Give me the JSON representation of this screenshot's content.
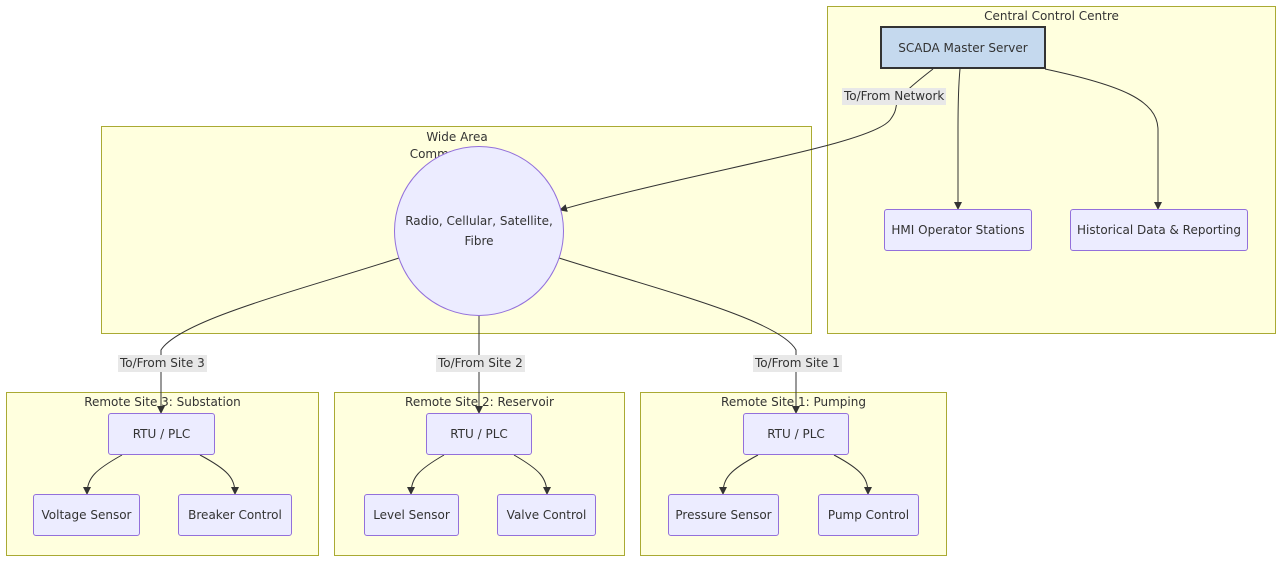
{
  "clusters": {
    "central": "Central Control Centre",
    "wan": "Wide Area Communication Network",
    "site3": "Remote Site 3: Substation",
    "site2": "Remote Site 2: Reservoir",
    "site1": "Remote Site 1: Pumping"
  },
  "nodes": {
    "scada": "SCADA Master Server",
    "hmi": "HMI Operator Stations",
    "historian": "Historical Data & Reporting",
    "network": "Radio, Cellular, Satellite, Fibre",
    "rtu3": "RTU / PLC",
    "voltage_sensor": "Voltage Sensor",
    "breaker_control": "Breaker Control",
    "rtu2": "RTU / PLC",
    "level_sensor": "Level Sensor",
    "valve_control": "Valve Control",
    "rtu1": "RTU / PLC",
    "pressure_sensor": "Pressure Sensor",
    "pump_control": "Pump Control"
  },
  "edge_labels": {
    "scada_network": "To/From Network",
    "network_site3": "To/From Site 3",
    "network_site2": "To/From Site 2",
    "network_site1": "To/From Site 1"
  },
  "colors": {
    "cluster_fill": "#ffffde",
    "cluster_border": "#aaaa33",
    "node_fill": "#ececff",
    "node_border": "#9370db",
    "server_fill": "#c5d9ee",
    "edge": "#333333",
    "edge_label_bg": "#e8e8e8"
  }
}
